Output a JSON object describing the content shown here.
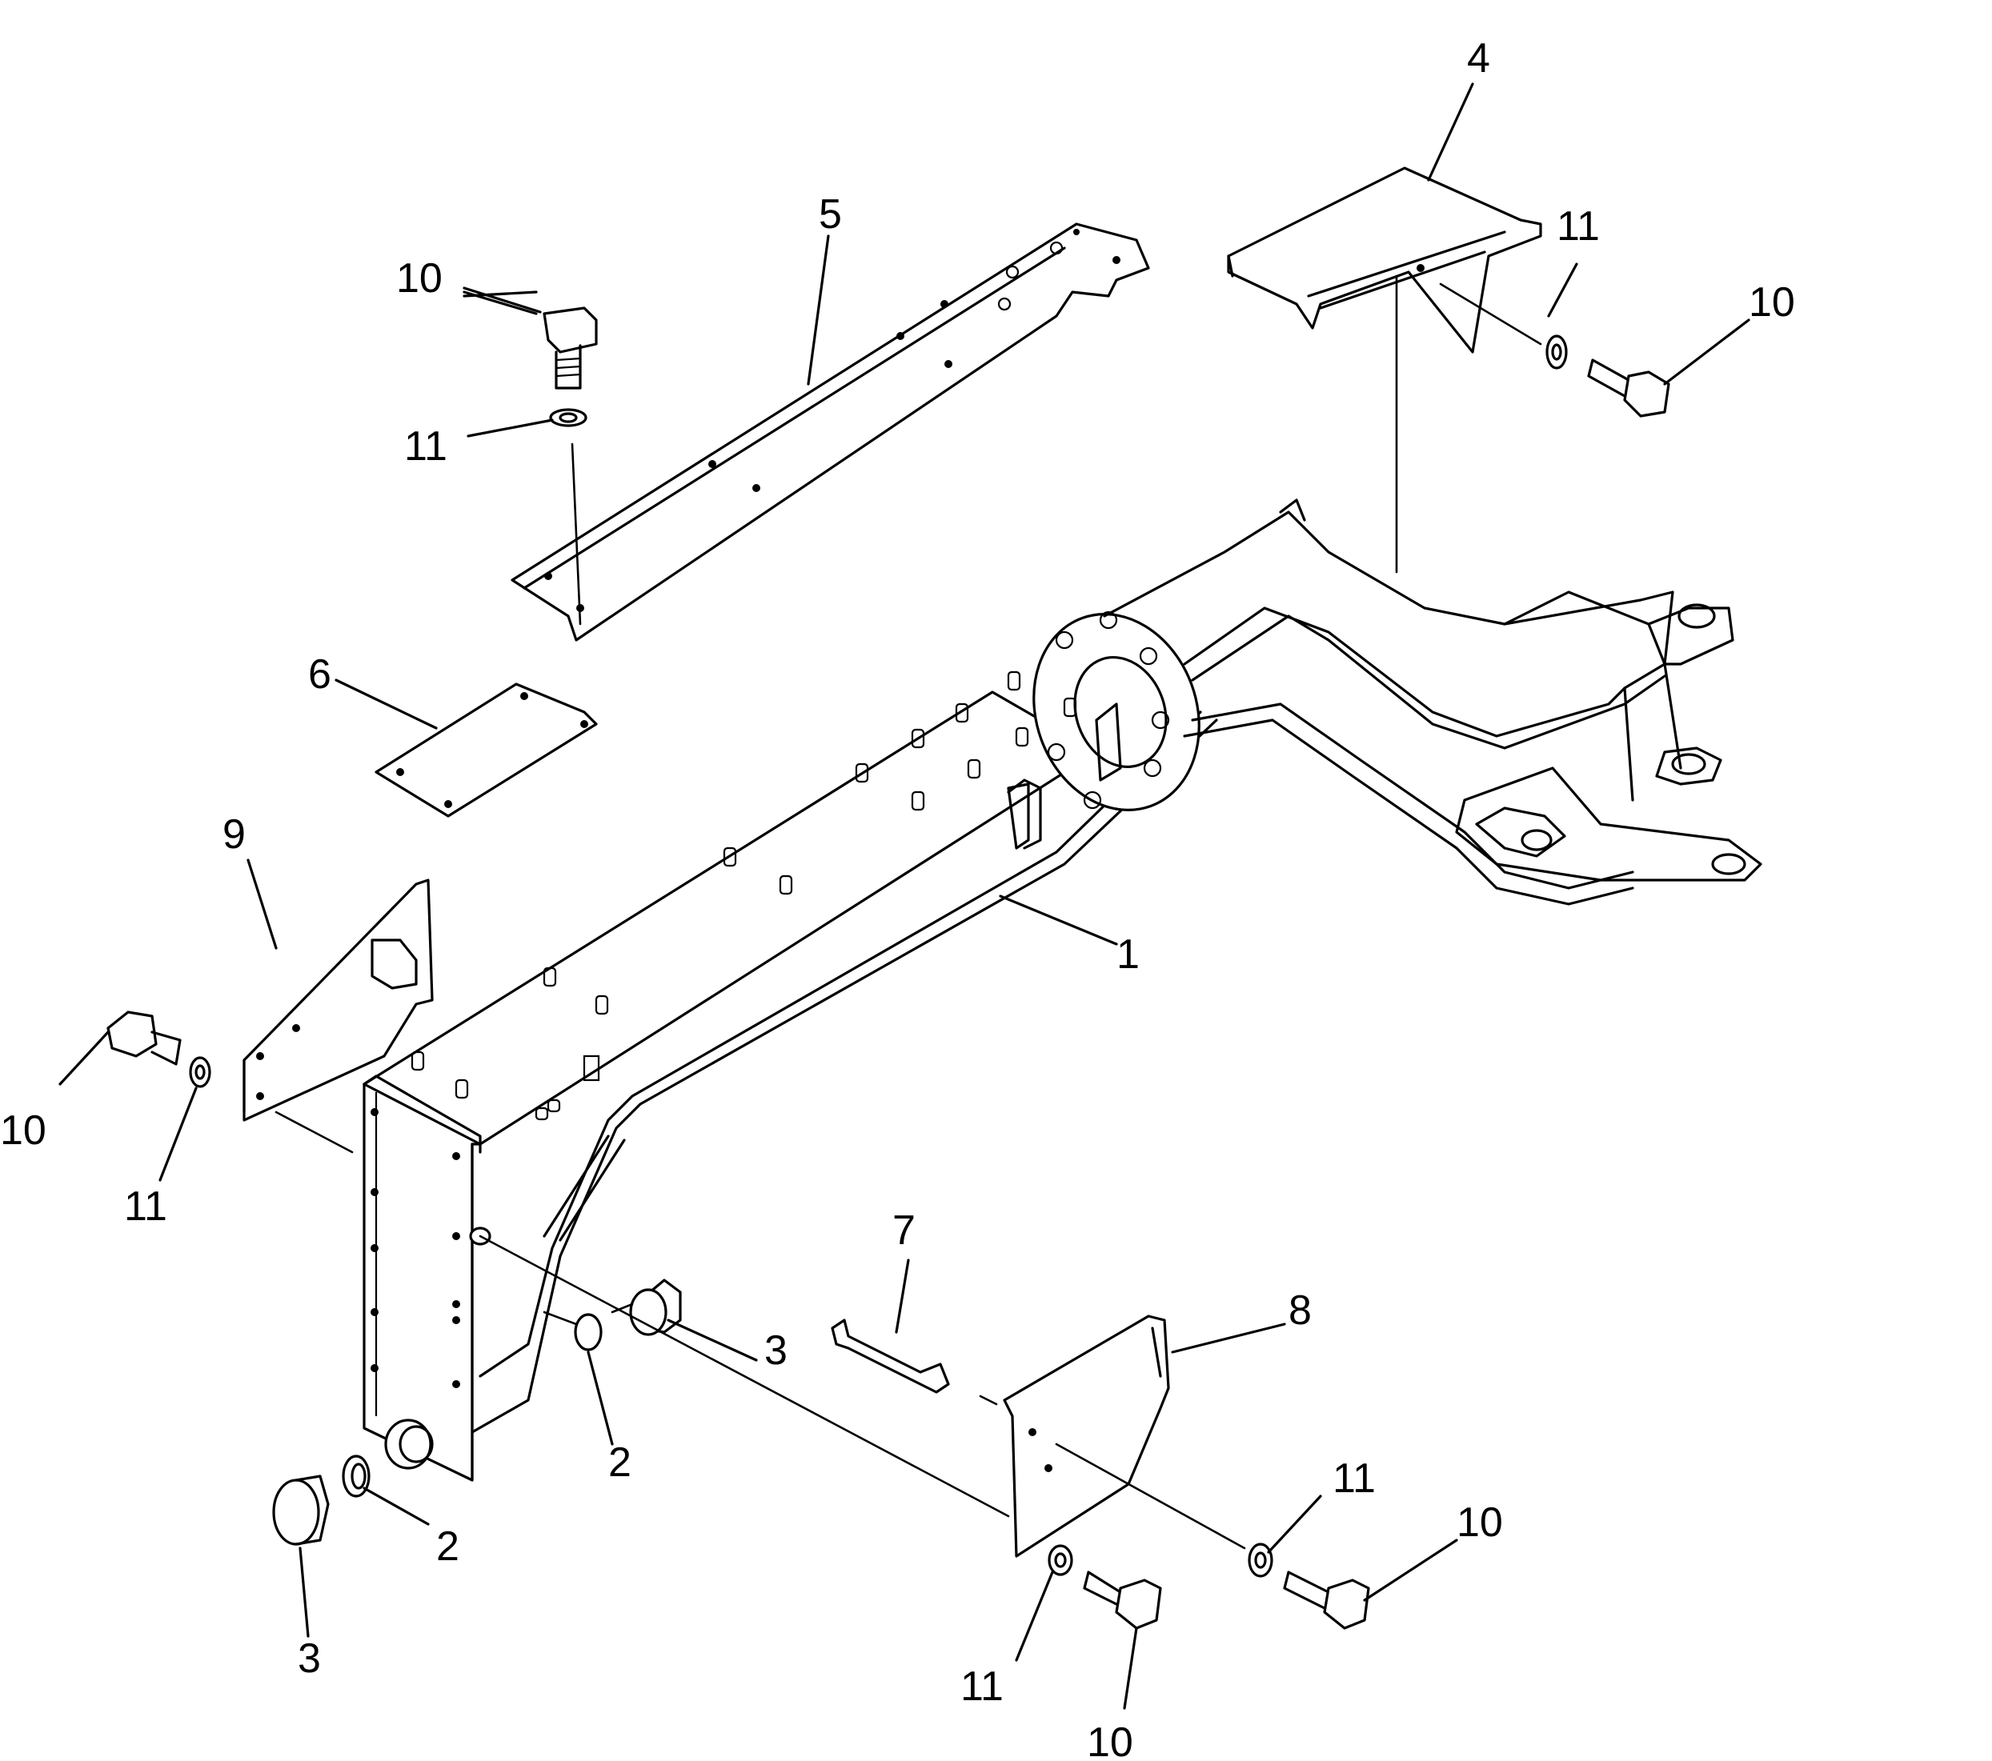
{
  "diagram": {
    "callouts": [
      {
        "id": "c1",
        "text": "1"
      },
      {
        "id": "c2a",
        "text": "2"
      },
      {
        "id": "c2b",
        "text": "2"
      },
      {
        "id": "c3a",
        "text": "3"
      },
      {
        "id": "c3b",
        "text": "3"
      },
      {
        "id": "c4",
        "text": "4"
      },
      {
        "id": "c5",
        "text": "5"
      },
      {
        "id": "c6",
        "text": "6"
      },
      {
        "id": "c7",
        "text": "7"
      },
      {
        "id": "c8",
        "text": "8"
      },
      {
        "id": "c9",
        "text": "9"
      },
      {
        "id": "c10a",
        "text": "10"
      },
      {
        "id": "c10b",
        "text": "10"
      },
      {
        "id": "c10c",
        "text": "10"
      },
      {
        "id": "c10d",
        "text": "10"
      },
      {
        "id": "c10e",
        "text": "10"
      },
      {
        "id": "c11a",
        "text": "11"
      },
      {
        "id": "c11b",
        "text": "11"
      },
      {
        "id": "c11c",
        "text": "11"
      },
      {
        "id": "c11d",
        "text": "11"
      },
      {
        "id": "c11e",
        "text": "11"
      }
    ]
  }
}
